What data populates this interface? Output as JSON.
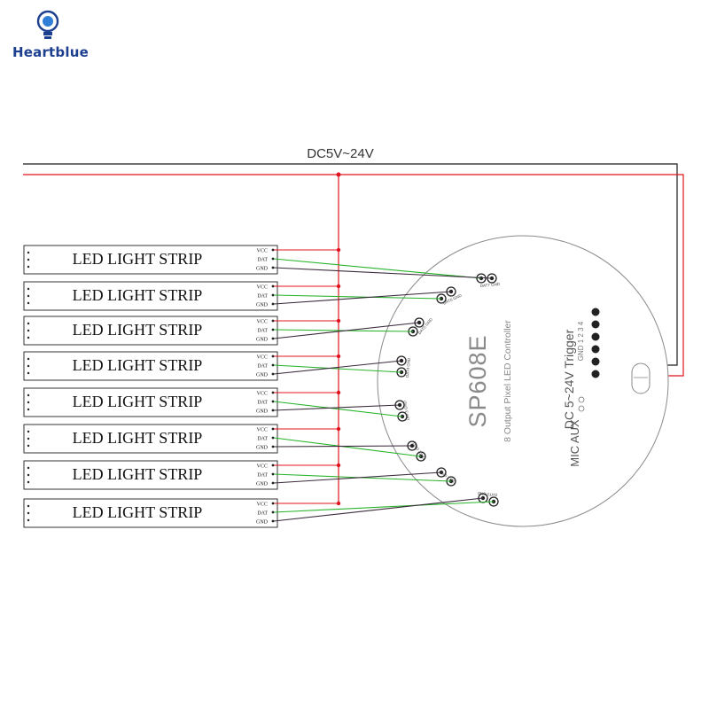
{
  "brand": {
    "name": "Heartblue"
  },
  "power": {
    "label": "DC5V~24V"
  },
  "strips": [
    {
      "label": "LED LIGHT STRIP",
      "pins": [
        "VCC",
        "DAT",
        "GND"
      ]
    },
    {
      "label": "LED LIGHT STRIP",
      "pins": [
        "VCC",
        "DAT",
        "GND"
      ]
    },
    {
      "label": "LED LIGHT STRIP",
      "pins": [
        "VCC",
        "DAT",
        "GND"
      ]
    },
    {
      "label": "LED LIGHT STRIP",
      "pins": [
        "VCC",
        "DAT",
        "GND"
      ]
    },
    {
      "label": "LED LIGHT STRIP",
      "pins": [
        "VCC",
        "DAT",
        "GND"
      ]
    },
    {
      "label": "LED LIGHT STRIP",
      "pins": [
        "VCC",
        "DAT",
        "GND"
      ]
    },
    {
      "label": "LED LIGHT STRIP",
      "pins": [
        "VCC",
        "DAT",
        "GND"
      ]
    },
    {
      "label": "LED LIGHT STRIP",
      "pins": [
        "VCC",
        "DAT",
        "GND"
      ]
    }
  ],
  "controller": {
    "model": "SP608E",
    "subtitle": "8 Output Pixel LED Controller",
    "power_trigger_label": "DC 5~24V Trigger",
    "aux_label": "MIC AUX",
    "trigger_pins": "GND 1 2 3 4",
    "output_labels": [
      "DAT7 GND",
      "DAT6 GND",
      "DAT5 GND",
      "DAT4 GND",
      "DAT3 GND",
      "DAT2 GND",
      "DAT1 GND",
      "DAT0 GND"
    ]
  },
  "colors": {
    "vcc_wire": "#e0141e",
    "data_wire": "#27b42a",
    "gnd_wire": "#3a2a3a",
    "outline": "#8a8a8a"
  }
}
